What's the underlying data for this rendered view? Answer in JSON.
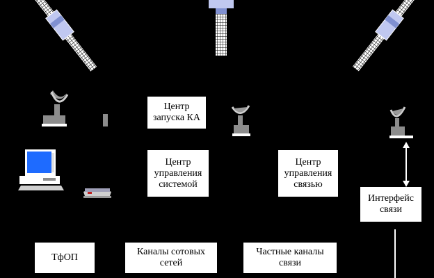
{
  "colors": {
    "background": "#000000",
    "box_fill": "#ffffff",
    "text": "#000000",
    "satellite_body": "#c0c8f0",
    "solar_panel": "#ffffff",
    "monitor_screen": "#1e6bff",
    "equipment_gray": "#8c8c8c"
  },
  "boxes": {
    "launch_center": "Центр\nзапуска КА",
    "system_control": "Центр\nуправления\nсистемой",
    "comm_control": "Центр\nуправления\nсвязью",
    "comm_interface": "Интерфейс\nсвязи",
    "pstn": "ТфОП",
    "cellular": "Каналы сотовых\nсетей",
    "private": "Частные каналы\nсвязи"
  },
  "icons": [
    "satellite-icon",
    "satellite-dish-icon",
    "computer-icon",
    "telephone-icon",
    "double-arrow-icon"
  ]
}
